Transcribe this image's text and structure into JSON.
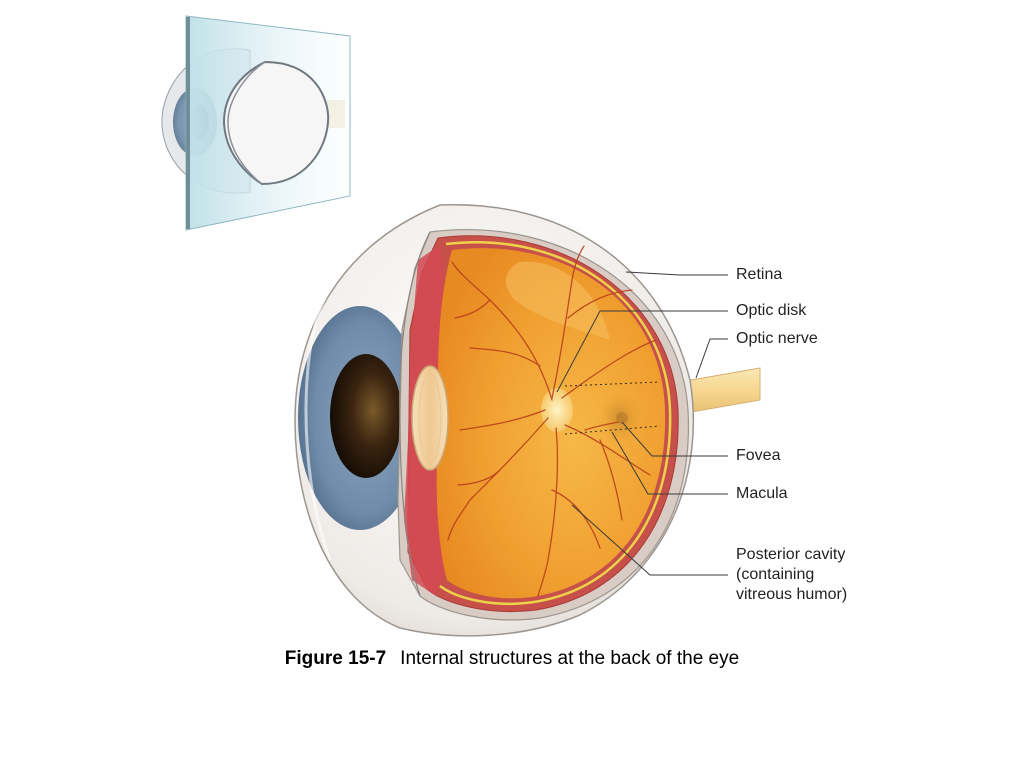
{
  "labels": {
    "retina": "Retina",
    "optic_disk": "Optic disk",
    "optic_nerve": "Optic nerve",
    "fovea": "Fovea",
    "macula": "Macula",
    "posterior_cavity_line1": "Posterior cavity",
    "posterior_cavity_line2": "(containing",
    "posterior_cavity_line3": "vitreous humor)"
  },
  "caption": {
    "figure_number": "Figure 15-7",
    "text": "Internal structures at the back of the eye"
  },
  "colors": {
    "fundus": "#f0a030",
    "sclera": "#e8e2dc",
    "iris": "#6f8ba8",
    "choroid": "#c0403a",
    "retina_line": "#e8d040",
    "optic_nerve": "#f6d690",
    "vessel": "#b8401c"
  }
}
